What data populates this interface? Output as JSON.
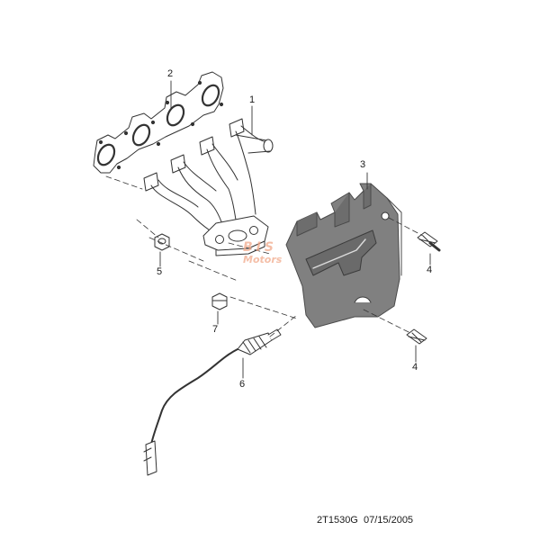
{
  "callouts": [
    {
      "id": "p1",
      "label": "1"
    },
    {
      "id": "p2",
      "label": "2"
    },
    {
      "id": "p3",
      "label": "3"
    },
    {
      "id": "p4a",
      "label": "4"
    },
    {
      "id": "p4b",
      "label": "4"
    },
    {
      "id": "p5",
      "label": "5"
    },
    {
      "id": "p6",
      "label": "6"
    },
    {
      "id": "p7",
      "label": "7"
    }
  ],
  "footer": {
    "drawing_code": "2T1530G",
    "date": "07/15/2005"
  },
  "watermark": {
    "line1": "BIS",
    "line2": "Motors"
  },
  "colors": {
    "line": "#333333",
    "heat_shield_fill": "#7d7d7d",
    "heat_shield_dark": "#5f5f5f",
    "watermark": "#f1a98a"
  }
}
